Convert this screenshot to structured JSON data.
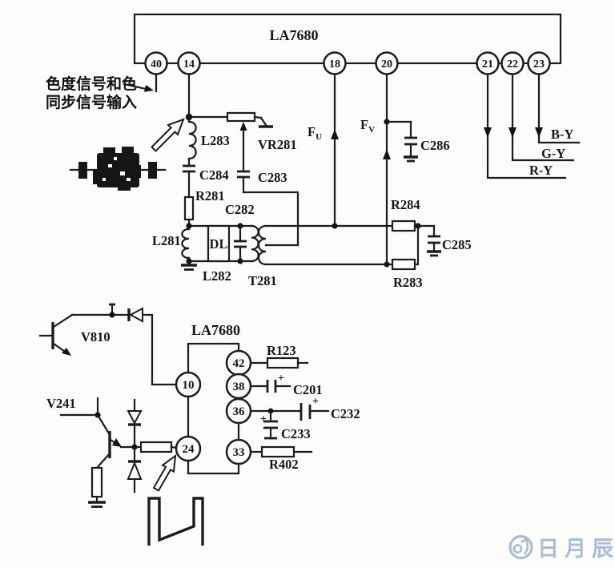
{
  "top": {
    "ic": "LA7680",
    "pins": [
      "40",
      "14",
      "18",
      "20",
      "21",
      "22",
      "23"
    ],
    "annotation": {
      "line1": "色度信号和色",
      "line2": "同步信号输入"
    },
    "fu": {
      "base": "F",
      "sub": "U"
    },
    "fv": {
      "base": "F",
      "sub": "V"
    },
    "components": {
      "l283": "L283",
      "vr281": "VR281",
      "c284": "C284",
      "c283": "C283",
      "r281": "R281",
      "c282": "C282",
      "l281": "L281",
      "dl": "DL",
      "l282": "L282",
      "t281": "T281",
      "c286": "C286",
      "r284": "R284",
      "c285": "C285",
      "r283": "R283"
    },
    "outputs": [
      "B-Y",
      "G-Y",
      "R-Y"
    ]
  },
  "bottom": {
    "ic": "LA7680",
    "pins": [
      "10",
      "24",
      "42",
      "38",
      "36",
      "33"
    ],
    "plus": "+",
    "components": {
      "v810": "V810",
      "v241": "V241",
      "r123": "R123",
      "c201": "C201",
      "c232": "C232",
      "c233": "C233",
      "r402": "R402"
    }
  },
  "watermark": {
    "text": "日月辰"
  },
  "colors": {
    "line": "#1c1c1c",
    "background": "#fcfcfb",
    "watermark": "#a9bdd7"
  }
}
